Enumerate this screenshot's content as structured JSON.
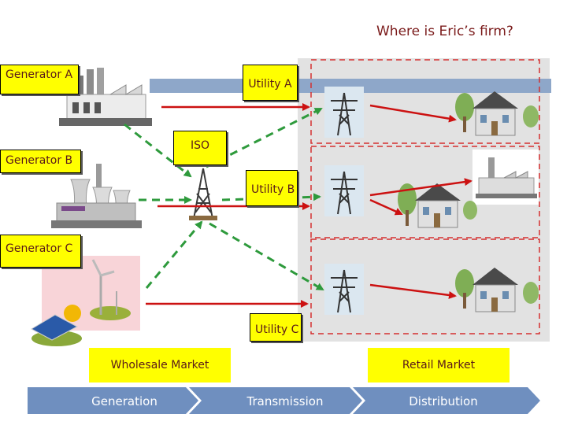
{
  "title": "Where is Eric’s firm?",
  "labels": {
    "generator_a": "Generator A",
    "generator_b": "Generator B",
    "generator_c": "Generator C",
    "utility_a": "Utility A",
    "utility_b": "Utility B",
    "utility_c": "Utility C",
    "iso": "ISO",
    "wholesale": "Wholesale Market",
    "retail": "Retail Market"
  },
  "stages": [
    "Generation",
    "Transmission",
    "Distribution"
  ],
  "colors": {
    "power_flow": "#cc1111",
    "info_flow": "#2e9a3c",
    "label_bg": "#ffff00",
    "stage_bar": "#6f8fbf",
    "dashed_region": "#d43030"
  }
}
